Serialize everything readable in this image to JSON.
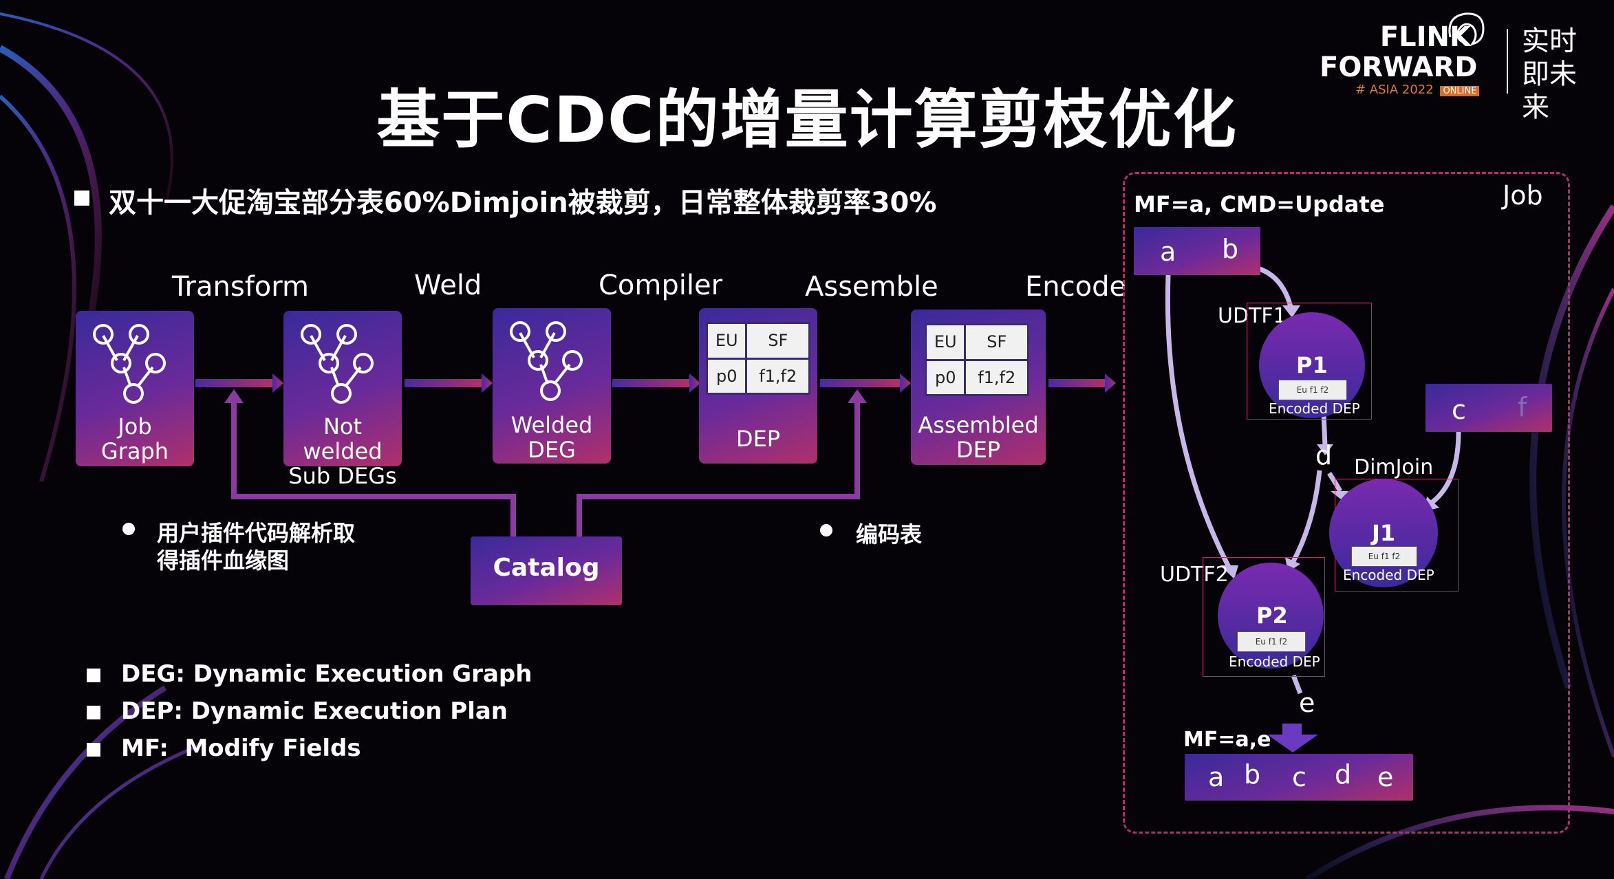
{
  "title": "基于CDC的增量计算剪枝优化",
  "headline_bullet": "双十一大促淘宝部分表60%Dimjoin被裁剪，日常整体裁剪率30%",
  "logo": {
    "line1": "FLINK",
    "line2": "FORWARD",
    "sub": "# ASIA 2022",
    "badge": "ONLINE",
    "cn": "实时即未来"
  },
  "pipeline": {
    "stages": [
      "Transform",
      "Weld",
      "Compiler",
      "Assemble",
      "Encode"
    ],
    "boxes": [
      {
        "line1": "Job",
        "line2": "Graph"
      },
      {
        "line1": "Not welded",
        "line2": "Sub DEGs"
      },
      {
        "line1": "Welded",
        "line2": "DEG"
      },
      {
        "line1": "DEP",
        "line2": ""
      },
      {
        "line1": "Assembled",
        "line2": "DEP"
      }
    ],
    "table": {
      "h1": "EU",
      "h2": "SF",
      "c1": "p0",
      "c2": "f1,f2"
    },
    "catalog": "Catalog",
    "note_left": [
      "用户插件代码解析取",
      "得插件血缘图"
    ],
    "note_right": "编码表"
  },
  "definitions": [
    "DEG: Dynamic Execution Graph",
    "DEP: Dynamic Execution Plan",
    "MF:  Modify Fields"
  ],
  "job_panel": {
    "label": "Job",
    "mf_top": "MF=a, CMD=Update",
    "input_fields": [
      "a",
      "b"
    ],
    "side_fields": [
      "c",
      "f"
    ],
    "nodes": {
      "udtf1": "UDTF1",
      "p1": "P1",
      "udtf2": "UDTF2",
      "p2": "P2",
      "dimjoin": "DimJoin",
      "j1": "J1",
      "encoded": "Encoded DEP",
      "chip": "Eu f1 f2"
    },
    "field_d": "d",
    "field_e": "e",
    "mf_bottom": "MF=a,e",
    "output_fields": [
      "a",
      "b",
      "c",
      "d",
      "e"
    ]
  }
}
